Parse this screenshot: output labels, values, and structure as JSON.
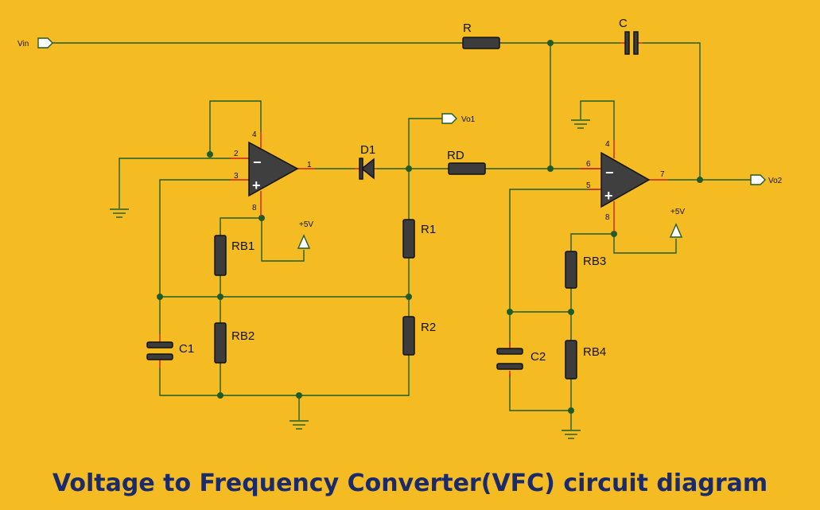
{
  "caption": "Voltage to Frequency Converter(VFC) circuit diagram",
  "colors": {
    "background": "#f4bc22",
    "wire": "#1f5c2a",
    "pin_lead": "#cc1f1f",
    "component": "#3c3c3c",
    "caption": "#1a2a6b"
  },
  "components": {
    "R": "R",
    "C": "C",
    "D1": "D1",
    "RD": "RD",
    "R1": "R1",
    "R2": "R2",
    "RB1": "RB1",
    "RB2": "RB2",
    "RB3": "RB3",
    "RB4": "RB4",
    "C1": "C1",
    "C2": "C2"
  },
  "nets": {
    "vin": "Vin",
    "vo1": "Vo1",
    "vo2": "Vo2",
    "supply1": "+5V",
    "supply2": "+5V"
  },
  "pins": {
    "u1": {
      "inv": "2",
      "noninv": "3",
      "out": "1",
      "vplus": "4",
      "vminus": "8"
    },
    "u2": {
      "inv": "6",
      "noninv": "5",
      "out": "7",
      "vplus": "4",
      "vminus": "8"
    }
  },
  "signs": {
    "minus": "−",
    "plus": "+"
  }
}
